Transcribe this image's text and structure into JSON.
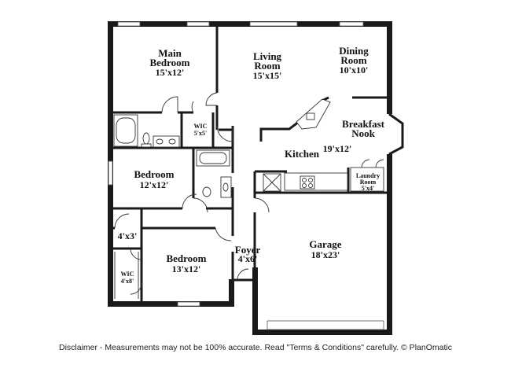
{
  "rooms": {
    "main_bedroom": {
      "name1": "Main",
      "name2": "Bedroom",
      "dim": "15'x12'"
    },
    "living_room": {
      "name1": "Living",
      "name2": "Room",
      "dim": "15'x15'"
    },
    "dining_room": {
      "name1": "Dining",
      "name2": "Room",
      "dim": "10'x10'"
    },
    "breakfast_nook": {
      "name1": "Breakfast",
      "name2": "Nook"
    },
    "kitchen": {
      "name": "Kitchen",
      "dim": "19'x12'"
    },
    "wic_main": {
      "name": "WIC",
      "dim": "5'x5'"
    },
    "laundry_room": {
      "name1": "Laundry",
      "name2": "Room",
      "dim": "5'x4'"
    },
    "bedroom_2": {
      "name": "Bedroom",
      "dim": "12'x12'"
    },
    "closet_hall": {
      "dim": "4'x3'"
    },
    "bedroom_3": {
      "name": "Bedroom",
      "dim": "13'x12'"
    },
    "wic_bed3": {
      "name": "WIC",
      "dim": "4'x8'"
    },
    "foyer": {
      "name": "Foyer",
      "dim": "4'x6'"
    },
    "garage": {
      "name": "Garage",
      "dim": "18'x23'"
    }
  },
  "footer": {
    "disclaimer": "Disclaimer - Measurements may not be 100% accurate. Read \"Terms & Conditions\" carefully. © PlanOmatic"
  }
}
